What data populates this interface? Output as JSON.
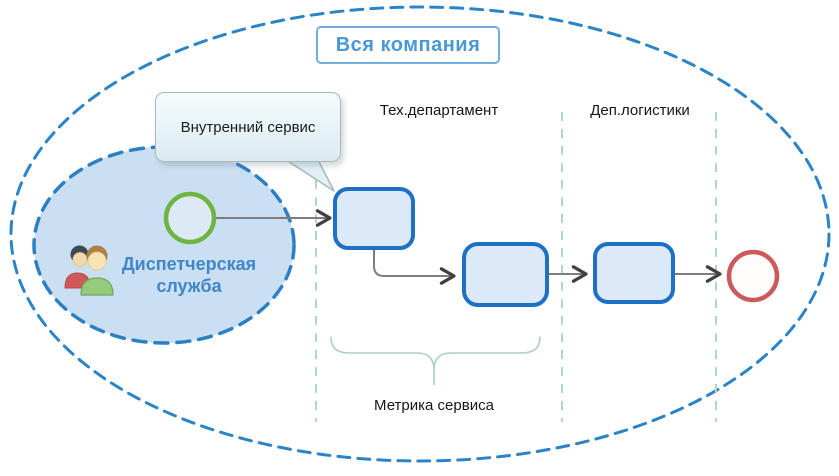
{
  "company": {
    "label": "Вся компания"
  },
  "callout": {
    "label": "Внутренний сервис"
  },
  "lanes": [
    {
      "label": "Тех.департамент"
    },
    {
      "label": "Деп.логистики"
    }
  ],
  "dispatch_group": {
    "label": "Диспетчерская служба"
  },
  "metric": {
    "label": "Метрика сервиса"
  },
  "nodes": {
    "start_event": "start-event",
    "task_count": 3,
    "end_event": "end-event"
  },
  "icons": {
    "people": "people-icon"
  },
  "colors": {
    "boundary_blue": "#2b84c6",
    "group_fill": "#cbdff2",
    "group_border": "#2b7fc2",
    "task_fill": "#dce9f8",
    "task_border": "#1d70c4",
    "start_event_green": "#6fb440",
    "end_event_red": "#cd5a5a",
    "lane_divider_teal": "#b2d6cd",
    "brace_teal": "#a9cfc7",
    "arrow_gray": "#7d7d7d",
    "company_label_text": "#4a98d6",
    "dispatch_label_text": "#3f87c7"
  }
}
